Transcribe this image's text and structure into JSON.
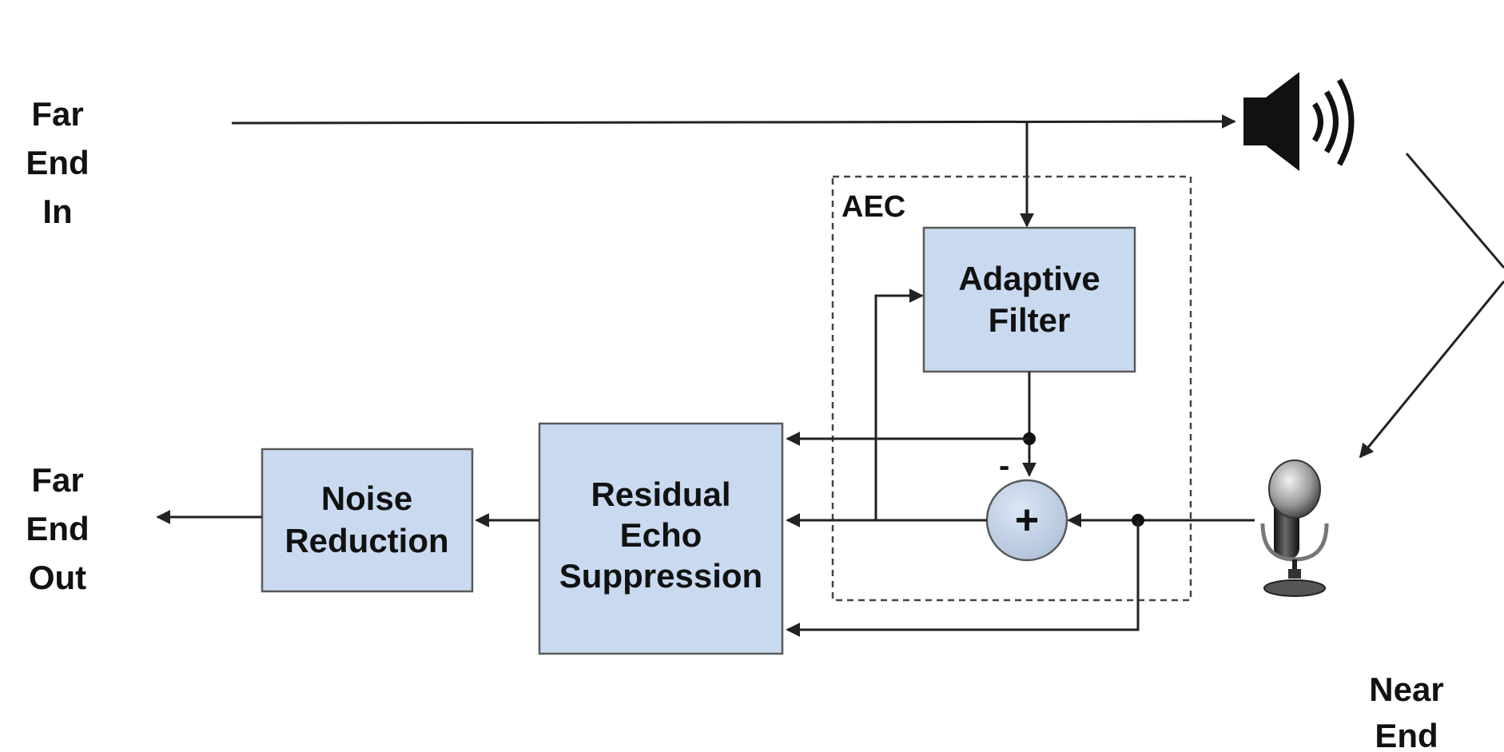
{
  "labels": {
    "far_end_in": [
      "Far",
      "End",
      "In"
    ],
    "far_end_out": [
      "Far",
      "End",
      "Out"
    ],
    "near_end": [
      "Near",
      "End"
    ],
    "aec": "AEC",
    "minus_sign": "-",
    "plus_sign": "+"
  },
  "blocks": {
    "adaptive_filter": [
      "Adaptive",
      "Filter"
    ],
    "noise_reduction": [
      "Noise",
      "Reduction"
    ],
    "residual_echo_suppression": [
      "Residual",
      "Echo",
      "Suppression"
    ]
  },
  "icons": {
    "speaker": "speaker-icon",
    "microphone": "microphone-icon",
    "summer": "summing-junction-icon"
  },
  "colors": {
    "block_fill": "#c9daf0",
    "block_stroke": "#5a5a5a",
    "wire": "#222222"
  }
}
